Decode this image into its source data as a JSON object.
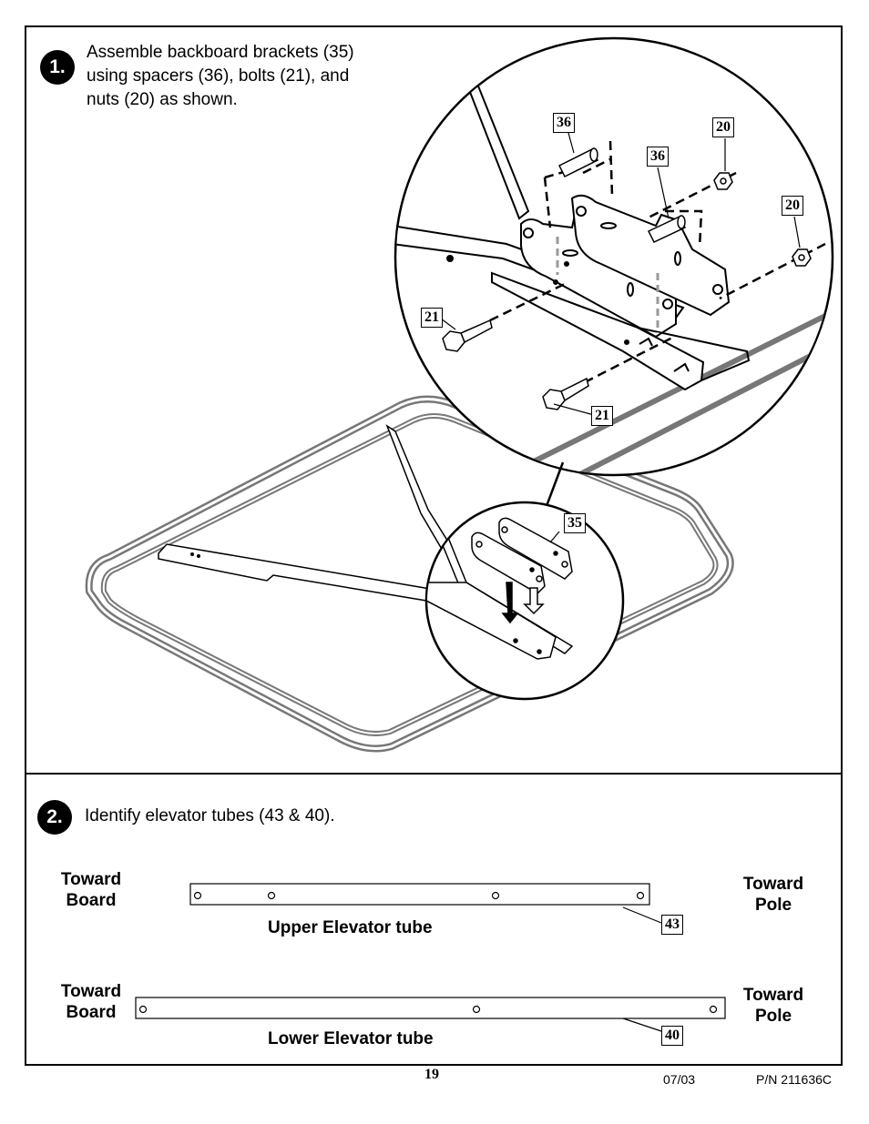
{
  "step1": {
    "number": "1.",
    "text_lines": [
      "Assemble backboard brackets (35)",
      "using spacers (36), bolts (21), and",
      "nuts (20) as shown."
    ]
  },
  "step2": {
    "number": "2.",
    "text": "Identify elevator tubes (43 & 40)."
  },
  "callouts": {
    "spacer_a": "36",
    "spacer_b": "36",
    "nut_a": "20",
    "nut_b": "20",
    "bolt_a": "21",
    "bolt_b": "21",
    "bracket": "35"
  },
  "tubes": {
    "upper": {
      "left_label_line1": "Toward",
      "left_label_line2": "Board",
      "right_label_line1": "Toward",
      "right_label_line2": "Pole",
      "name": "Upper Elevator tube",
      "part": "43"
    },
    "lower": {
      "left_label_line1": "Toward",
      "left_label_line2": "Board",
      "right_label_line1": "Toward",
      "right_label_line2": "Pole",
      "name": "Lower Elevator tube",
      "part": "40"
    }
  },
  "footer": {
    "page_number": "19",
    "date": "07/03",
    "part_number": "P/N 211636C"
  }
}
